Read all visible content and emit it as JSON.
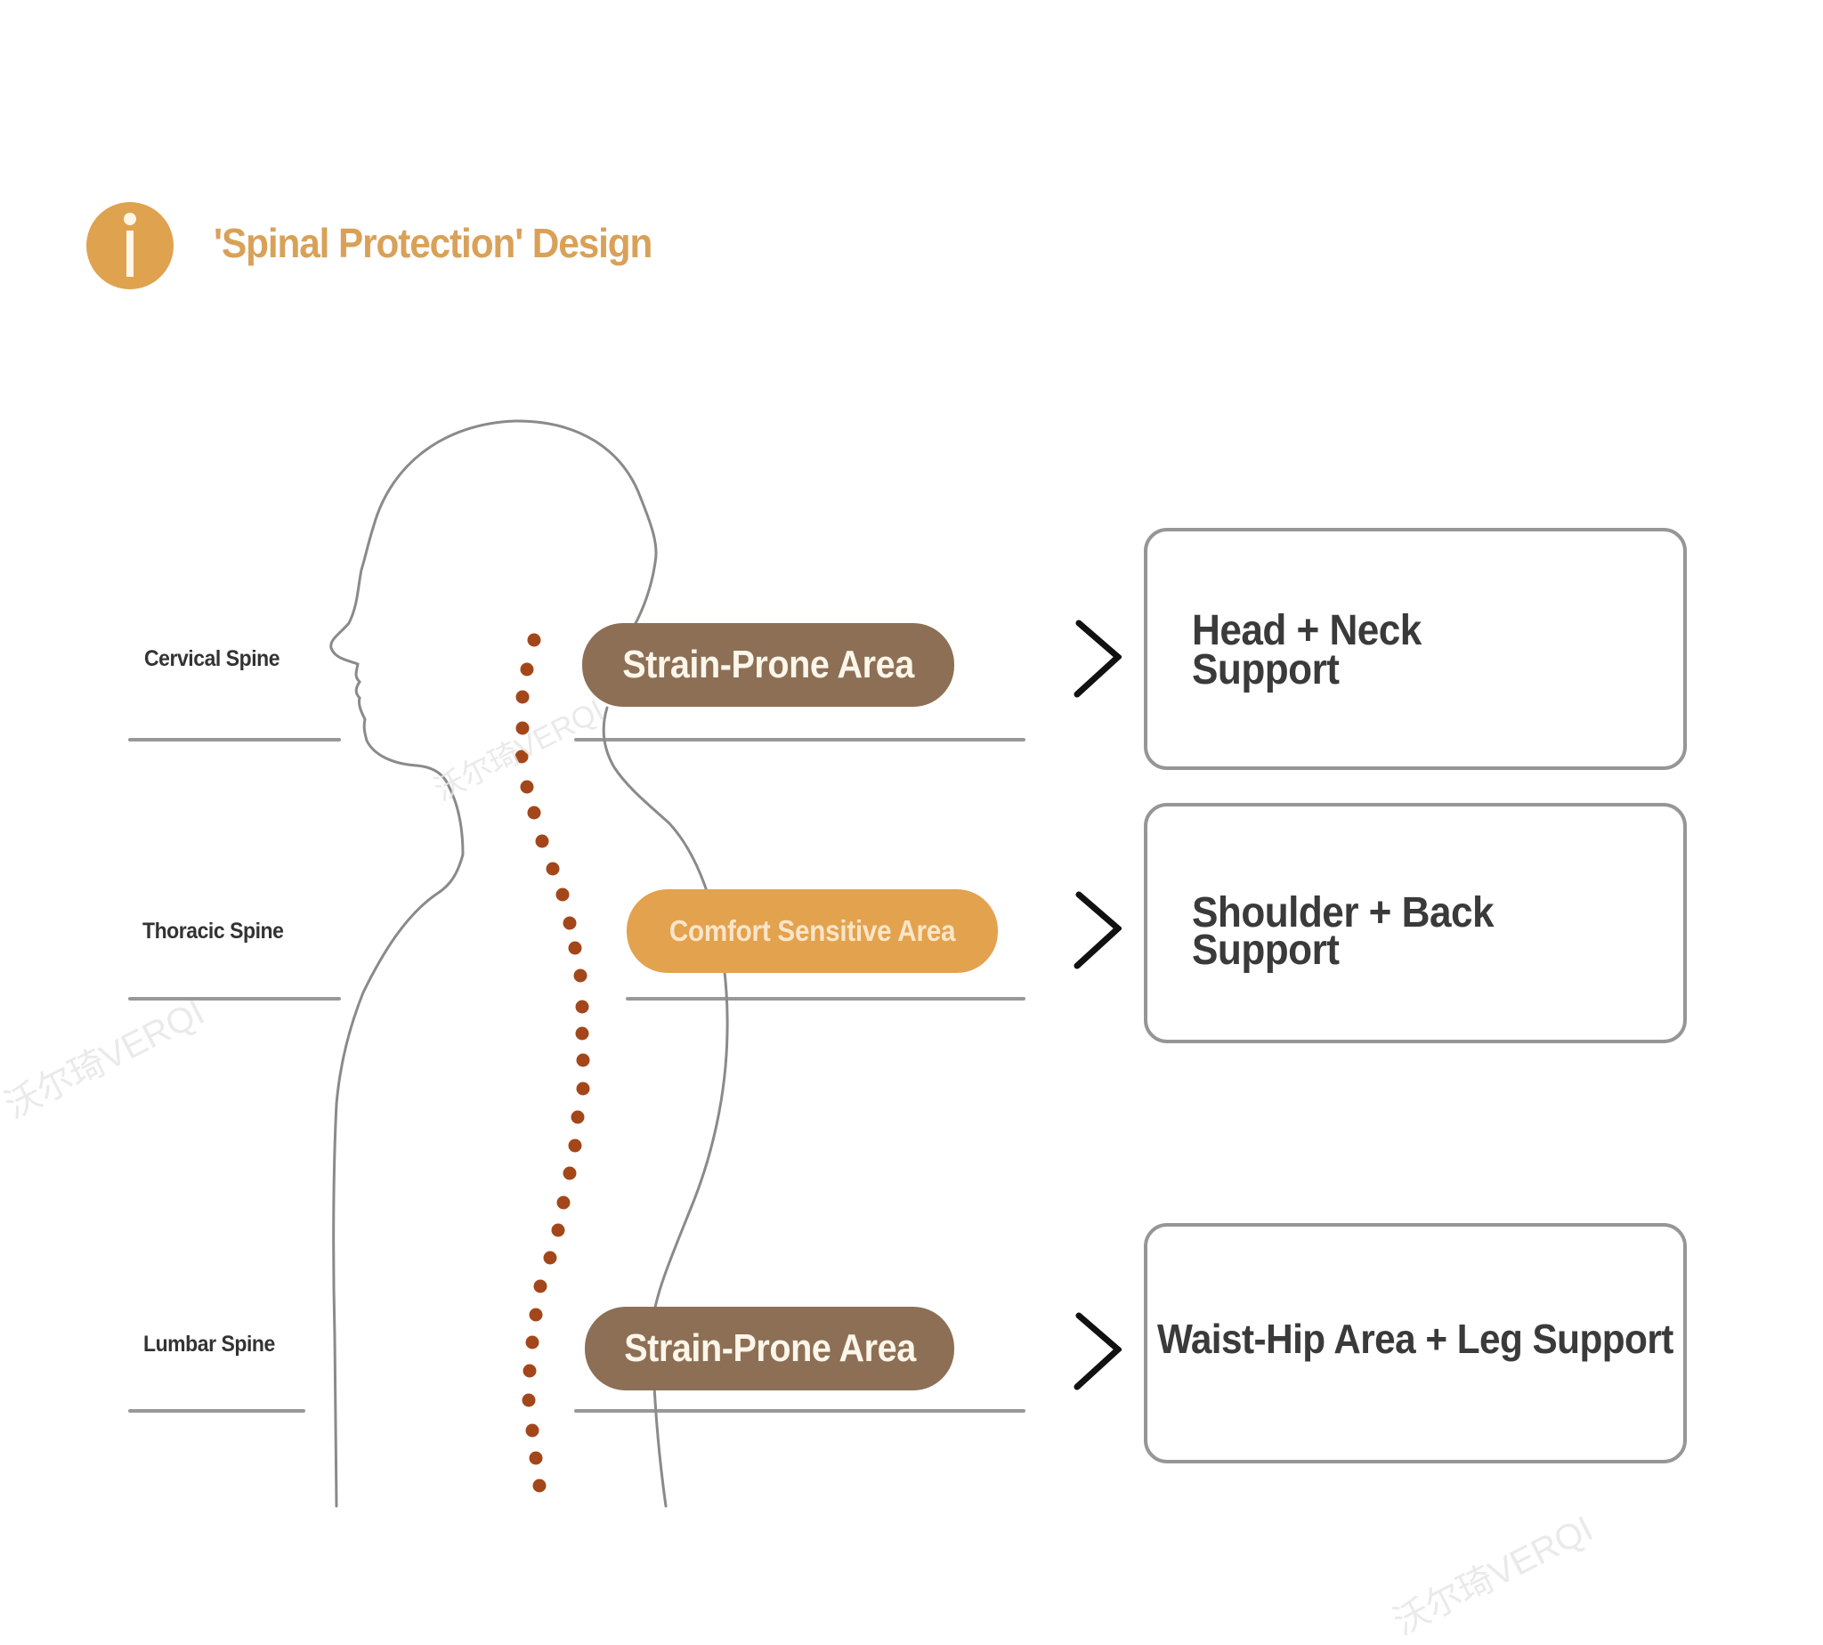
{
  "header": {
    "icon": "info-icon",
    "title": "'Spinal Protection' Design",
    "accent_color": "#dfa24f"
  },
  "regions": [
    {
      "label": "Cervical Spine",
      "area_tag": "Strain-Prone Area",
      "area_type": "strain",
      "arrow_icon": "chevron-right-icon",
      "support": "Head + Neck Support",
      "support_lines": [
        "Head + Neck",
        "Support"
      ]
    },
    {
      "label": "Thoracic Spine",
      "area_tag": "Comfort Sensitive Area",
      "area_type": "comfort",
      "arrow_icon": "chevron-right-icon",
      "support": "Shoulder + Back Support",
      "support_lines": [
        "Shoulder + Back",
        "Support"
      ]
    },
    {
      "label": "Lumbar Spine",
      "area_tag": "Strain-Prone Area",
      "area_type": "strain",
      "arrow_icon": "chevron-right-icon",
      "support": "Waist-Hip Area + Leg Support",
      "support_lines": [
        "Waist-Hip Area + Leg Support"
      ]
    }
  ],
  "figure": {
    "illustration": "human-profile-silhouette",
    "spine_marker": "spine-dots",
    "spine_color": "#a3471a"
  },
  "colors": {
    "strain_pill": "#8c6f55",
    "comfort_pill": "#e3a24e",
    "divider": "#8d8d8d",
    "box_border": "#969696",
    "text_dark": "#3a3a3a"
  },
  "watermark": "沃尔琦VERQI"
}
